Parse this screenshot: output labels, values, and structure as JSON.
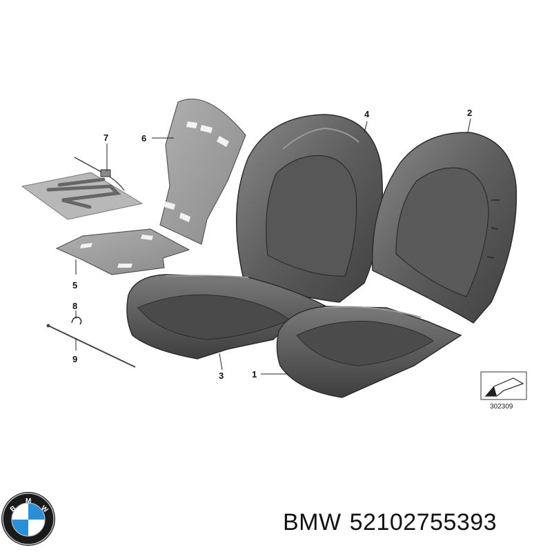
{
  "callouts": [
    "1",
    "2",
    "3",
    "4",
    "5",
    "6",
    "7",
    "8",
    "9"
  ],
  "reference_number": "302309",
  "logo": {
    "name": "bmw-roundel-icon",
    "letters": "BMW",
    "colors": {
      "blue": "#2b8fd8",
      "black": "#1a1a1a",
      "silver": "#c0c0c0",
      "white": "#ffffff"
    }
  },
  "caption": {
    "brand": "BMW",
    "part_number": "52102755393"
  },
  "colors": {
    "seat_dark": "#4f4f4f",
    "seat_mid": "#6a6a6a",
    "seat_light": "#8a8a8a",
    "pad_gray": "#9c9c9c",
    "line": "#222222"
  }
}
